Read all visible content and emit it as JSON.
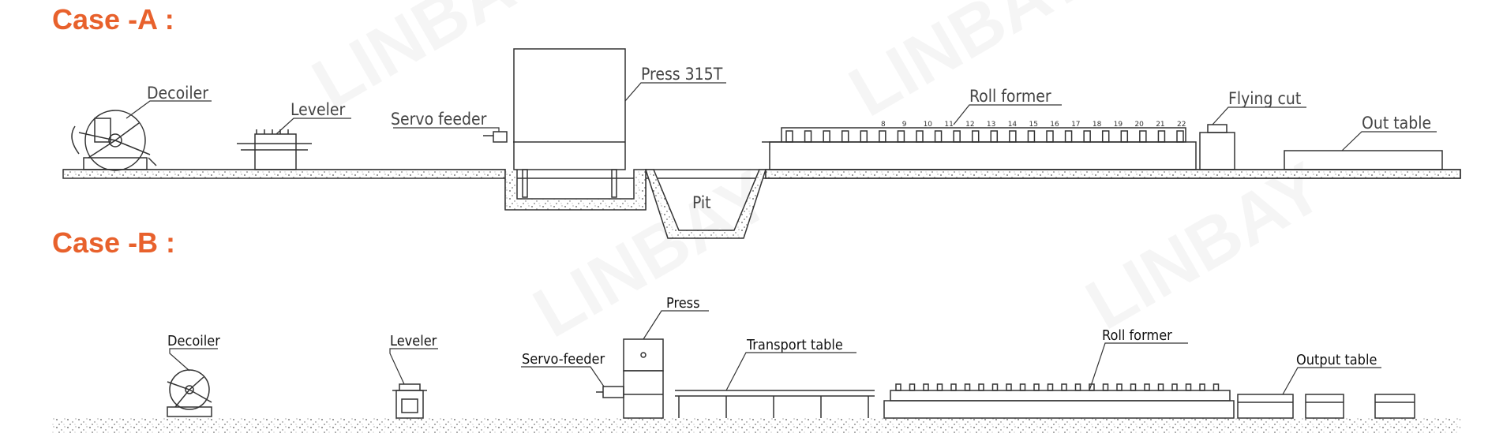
{
  "theme": {
    "title_color": "#e8612c",
    "line_color": "#333333"
  },
  "watermark": "LINBAY",
  "case_a": {
    "title": "Case -A :",
    "labels": {
      "decoiler": "Decoiler",
      "leveler": "Leveler",
      "servo_feeder": "Servo feeder",
      "press": "Press 315T",
      "pit": "Pit",
      "roll_former": "Roll former",
      "flying_cut": "Flying cut",
      "out_table": "Out table"
    },
    "station_numbers": [
      "8",
      "9",
      "10",
      "11",
      "12",
      "13",
      "14",
      "15",
      "16",
      "17",
      "18",
      "19",
      "20",
      "21",
      "22"
    ]
  },
  "case_b": {
    "title": "Case -B :",
    "labels": {
      "decoiler": "Decoiler",
      "leveler": "Leveler",
      "servo_feeder": "Servo-feeder",
      "press": "Press",
      "transport_table": "Transport table",
      "roll_former": "Roll former",
      "output_table": "Output table"
    }
  }
}
